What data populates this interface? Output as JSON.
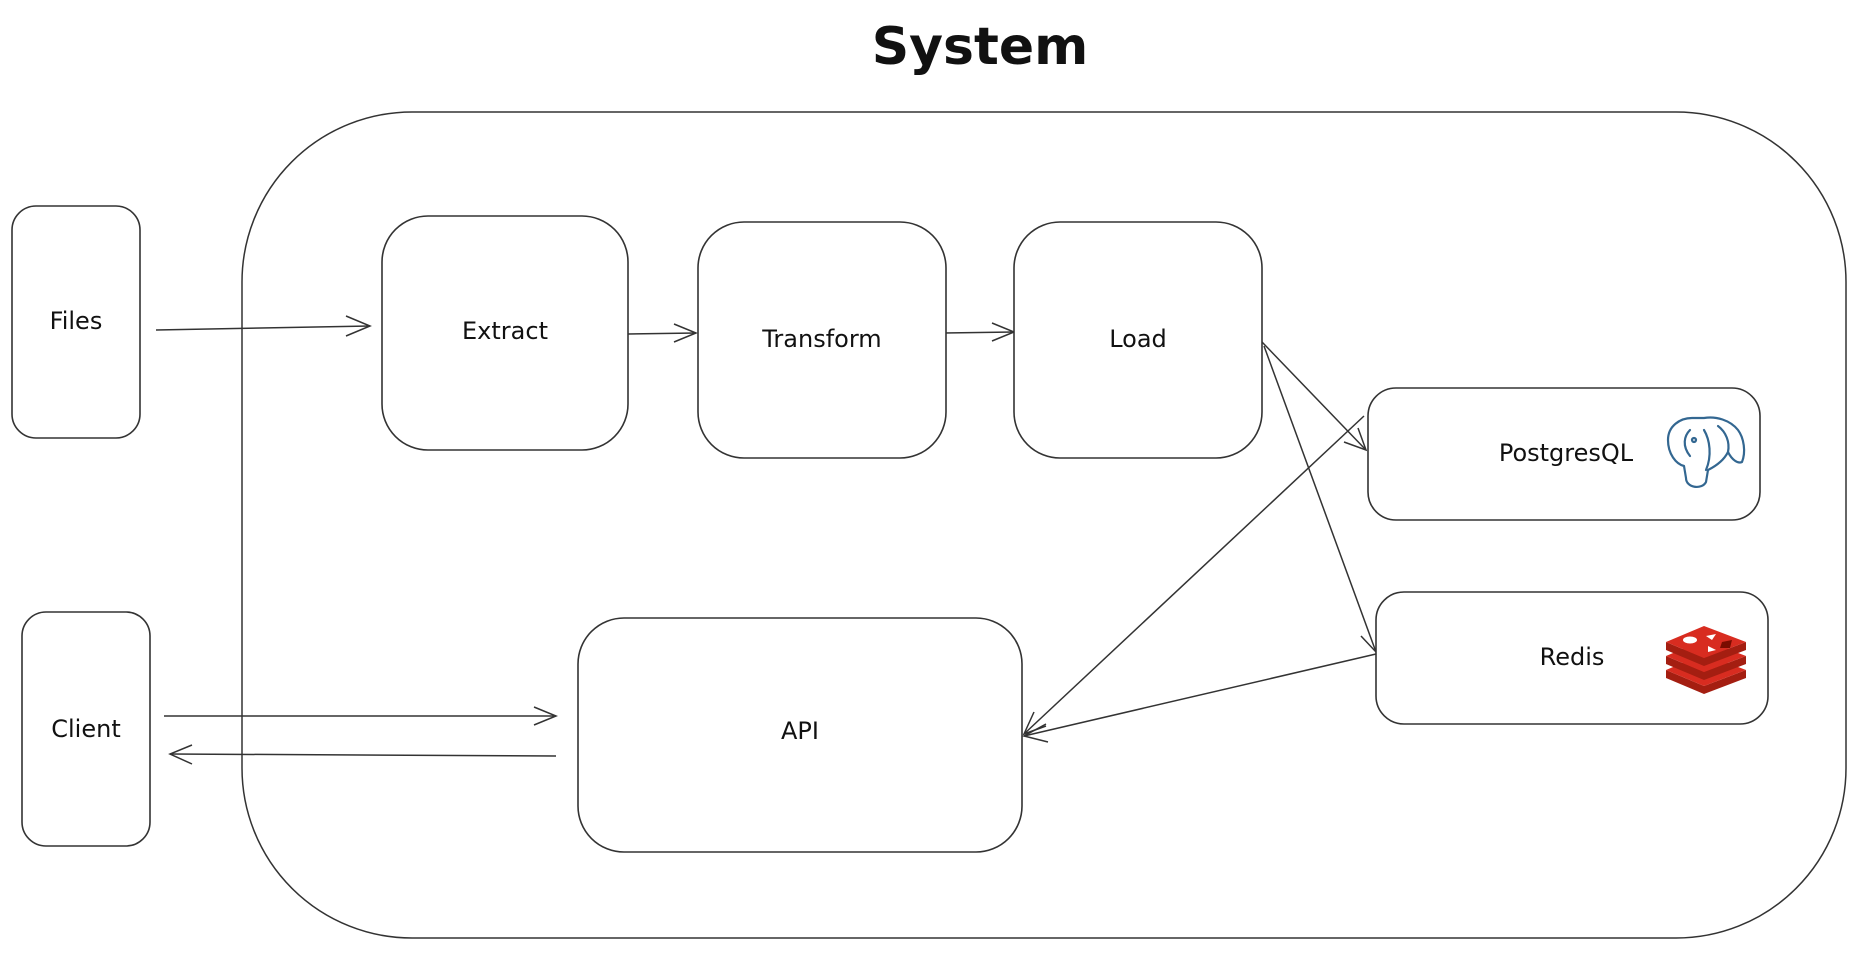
{
  "title": "System",
  "nodes": {
    "files": "Files",
    "client": "Client",
    "extract": "Extract",
    "transform": "Transform",
    "load": "Load",
    "postgres": "PostgresQL",
    "redis": "Redis",
    "api": "API"
  },
  "icons": {
    "postgres": "postgresql-elephant-icon",
    "redis": "redis-stack-icon"
  },
  "edges": [
    {
      "from": "files",
      "to": "extract"
    },
    {
      "from": "extract",
      "to": "transform"
    },
    {
      "from": "transform",
      "to": "load"
    },
    {
      "from": "load",
      "to": "postgres"
    },
    {
      "from": "load",
      "to": "redis"
    },
    {
      "from": "postgres",
      "to": "api"
    },
    {
      "from": "redis",
      "to": "api"
    },
    {
      "from": "client",
      "to": "api"
    },
    {
      "from": "api",
      "to": "client"
    }
  ],
  "colors": {
    "postgres_icon": "#336791",
    "redis_icon": "#D82C20"
  }
}
